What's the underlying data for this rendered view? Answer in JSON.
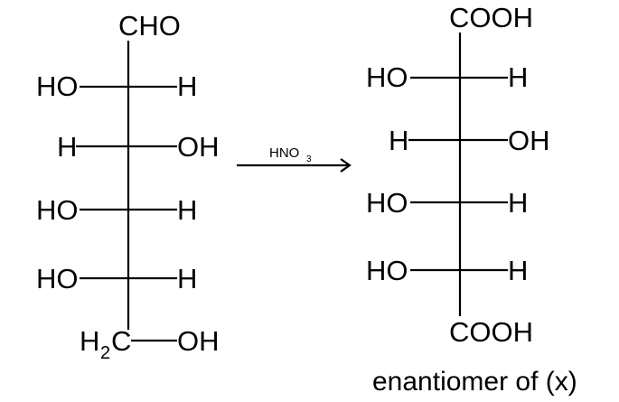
{
  "left_structure": {
    "top_group": "CHO",
    "rows": [
      {
        "left": "HO",
        "right": "H"
      },
      {
        "left": "H",
        "right": "OH"
      },
      {
        "left": "HO",
        "right": "H"
      },
      {
        "left": "HO",
        "right": "H"
      }
    ],
    "bottom": {
      "left_main": "H",
      "left_sub": "2",
      "left_tail": "C",
      "right": "OH"
    }
  },
  "reaction": {
    "reagent_main": "HNO",
    "reagent_sub": "3"
  },
  "right_structure": {
    "top_group": "COOH",
    "rows": [
      {
        "left": "HO",
        "right": "H"
      },
      {
        "left": "H",
        "right": "OH"
      },
      {
        "left": "HO",
        "right": "H"
      },
      {
        "left": "HO",
        "right": "H"
      }
    ],
    "bottom_group": "COOH",
    "caption": "enantiomer of (x)"
  }
}
